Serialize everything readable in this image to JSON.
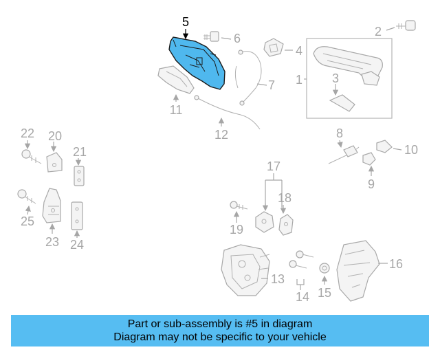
{
  "callouts": [
    "1",
    "2",
    "3",
    "4",
    "5",
    "6",
    "7",
    "8",
    "9",
    "10",
    "11",
    "12",
    "13",
    "14",
    "15",
    "16",
    "17",
    "18",
    "19",
    "20",
    "21",
    "22",
    "23",
    "24",
    "25"
  ],
  "highlighted_part": "5",
  "colors": {
    "highlight_fill": "#4fb8ee",
    "banner_bg": "#56bdf2",
    "part_stroke": "#a8a8a8",
    "callout_text": "#a6a6a6"
  },
  "banner": {
    "line1": "Part or sub-assembly is #5 in diagram",
    "line2": "Diagram may not be specific to your vehicle"
  }
}
